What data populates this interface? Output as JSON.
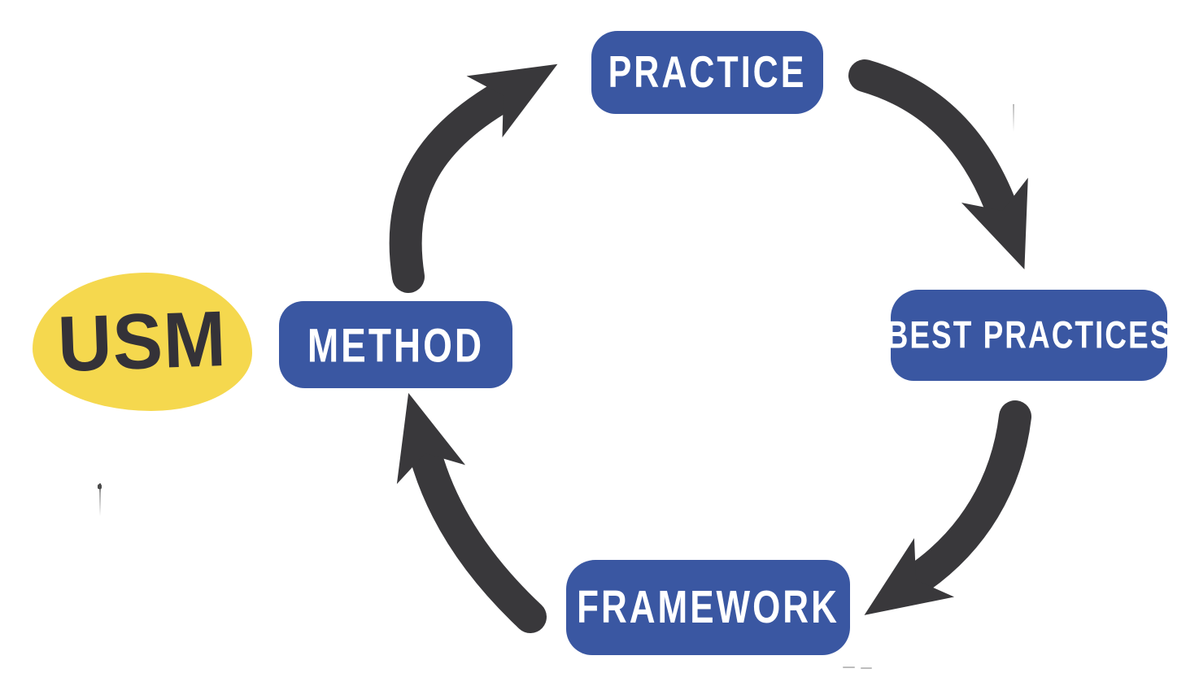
{
  "diagram": {
    "kind": "hand-drawn cycle diagram",
    "blob": {
      "label": "USM"
    },
    "nodes": [
      {
        "id": "method",
        "label": "METHOD"
      },
      {
        "id": "practice",
        "label": "PRACTICE"
      },
      {
        "id": "best-practices",
        "label": "BEST PRACTICES"
      },
      {
        "id": "framework",
        "label": "FRAMEWORK"
      }
    ],
    "flow": [
      "METHOD -> PRACTICE",
      "PRACTICE -> BEST PRACTICES",
      "BEST PRACTICES -> FRAMEWORK",
      "FRAMEWORK -> METHOD"
    ]
  },
  "colors": {
    "node-blue": "#3A57A2",
    "arrow-dark": "#39383B",
    "blob-yellow": "#F5D84E",
    "label-white": "#FFFFFF",
    "blob-text": "#343238",
    "bg": "#FFFFFF"
  }
}
